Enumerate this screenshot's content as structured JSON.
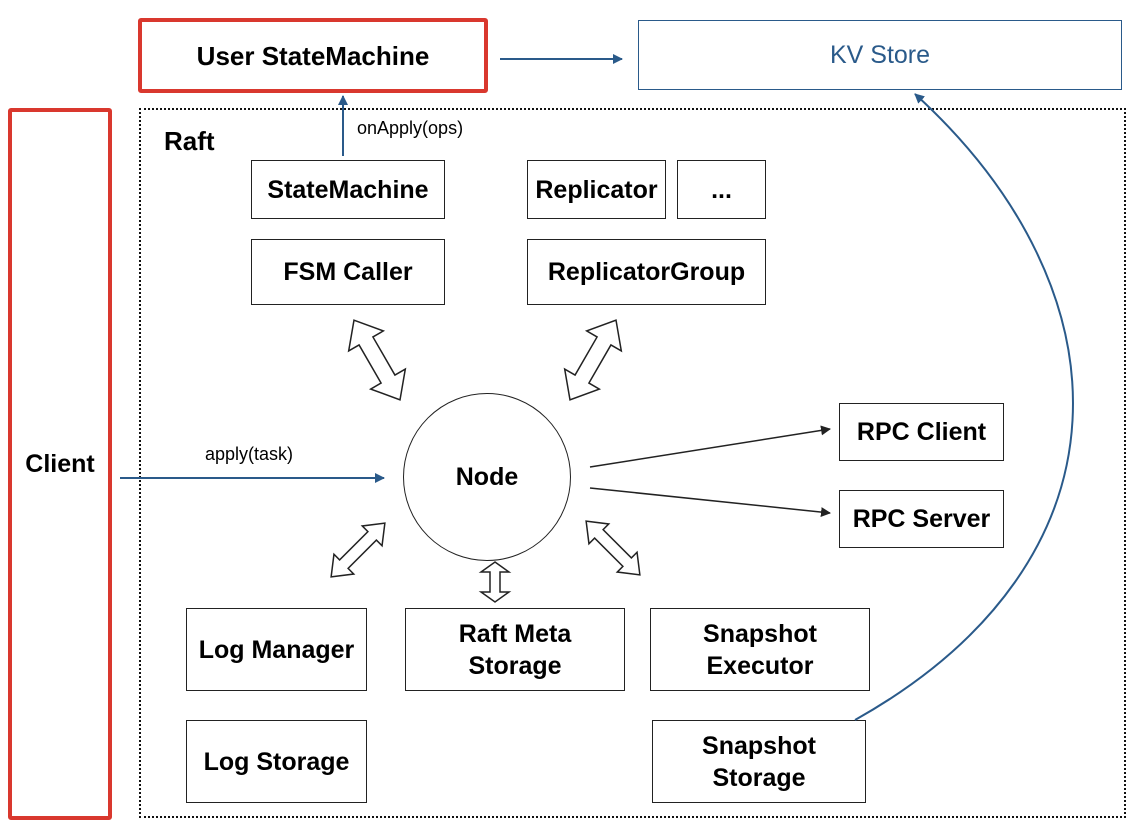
{
  "nodes": {
    "user_state_machine": "User StateMachine",
    "kv_store": "KV Store",
    "client": "Client",
    "raft_title": "Raft",
    "state_machine": "StateMachine",
    "fsm_caller": "FSM Caller",
    "replicator": "Replicator",
    "ellipsis": "...",
    "replicator_group": "ReplicatorGroup",
    "node": "Node",
    "rpc_client": "RPC Client",
    "rpc_server": "RPC Server",
    "log_manager": "Log Manager",
    "raft_meta_storage": "Raft Meta\nStorage",
    "snapshot_executor": "Snapshot\nExecutor",
    "log_storage": "Log Storage",
    "snapshot_storage": "Snapshot\nStorage"
  },
  "edge_labels": {
    "on_apply": "onApply(ops)",
    "apply_task": "apply(task)"
  },
  "colors": {
    "highlight": "#d9382e",
    "arrow": "#2a5a8a",
    "line": "#222222"
  }
}
